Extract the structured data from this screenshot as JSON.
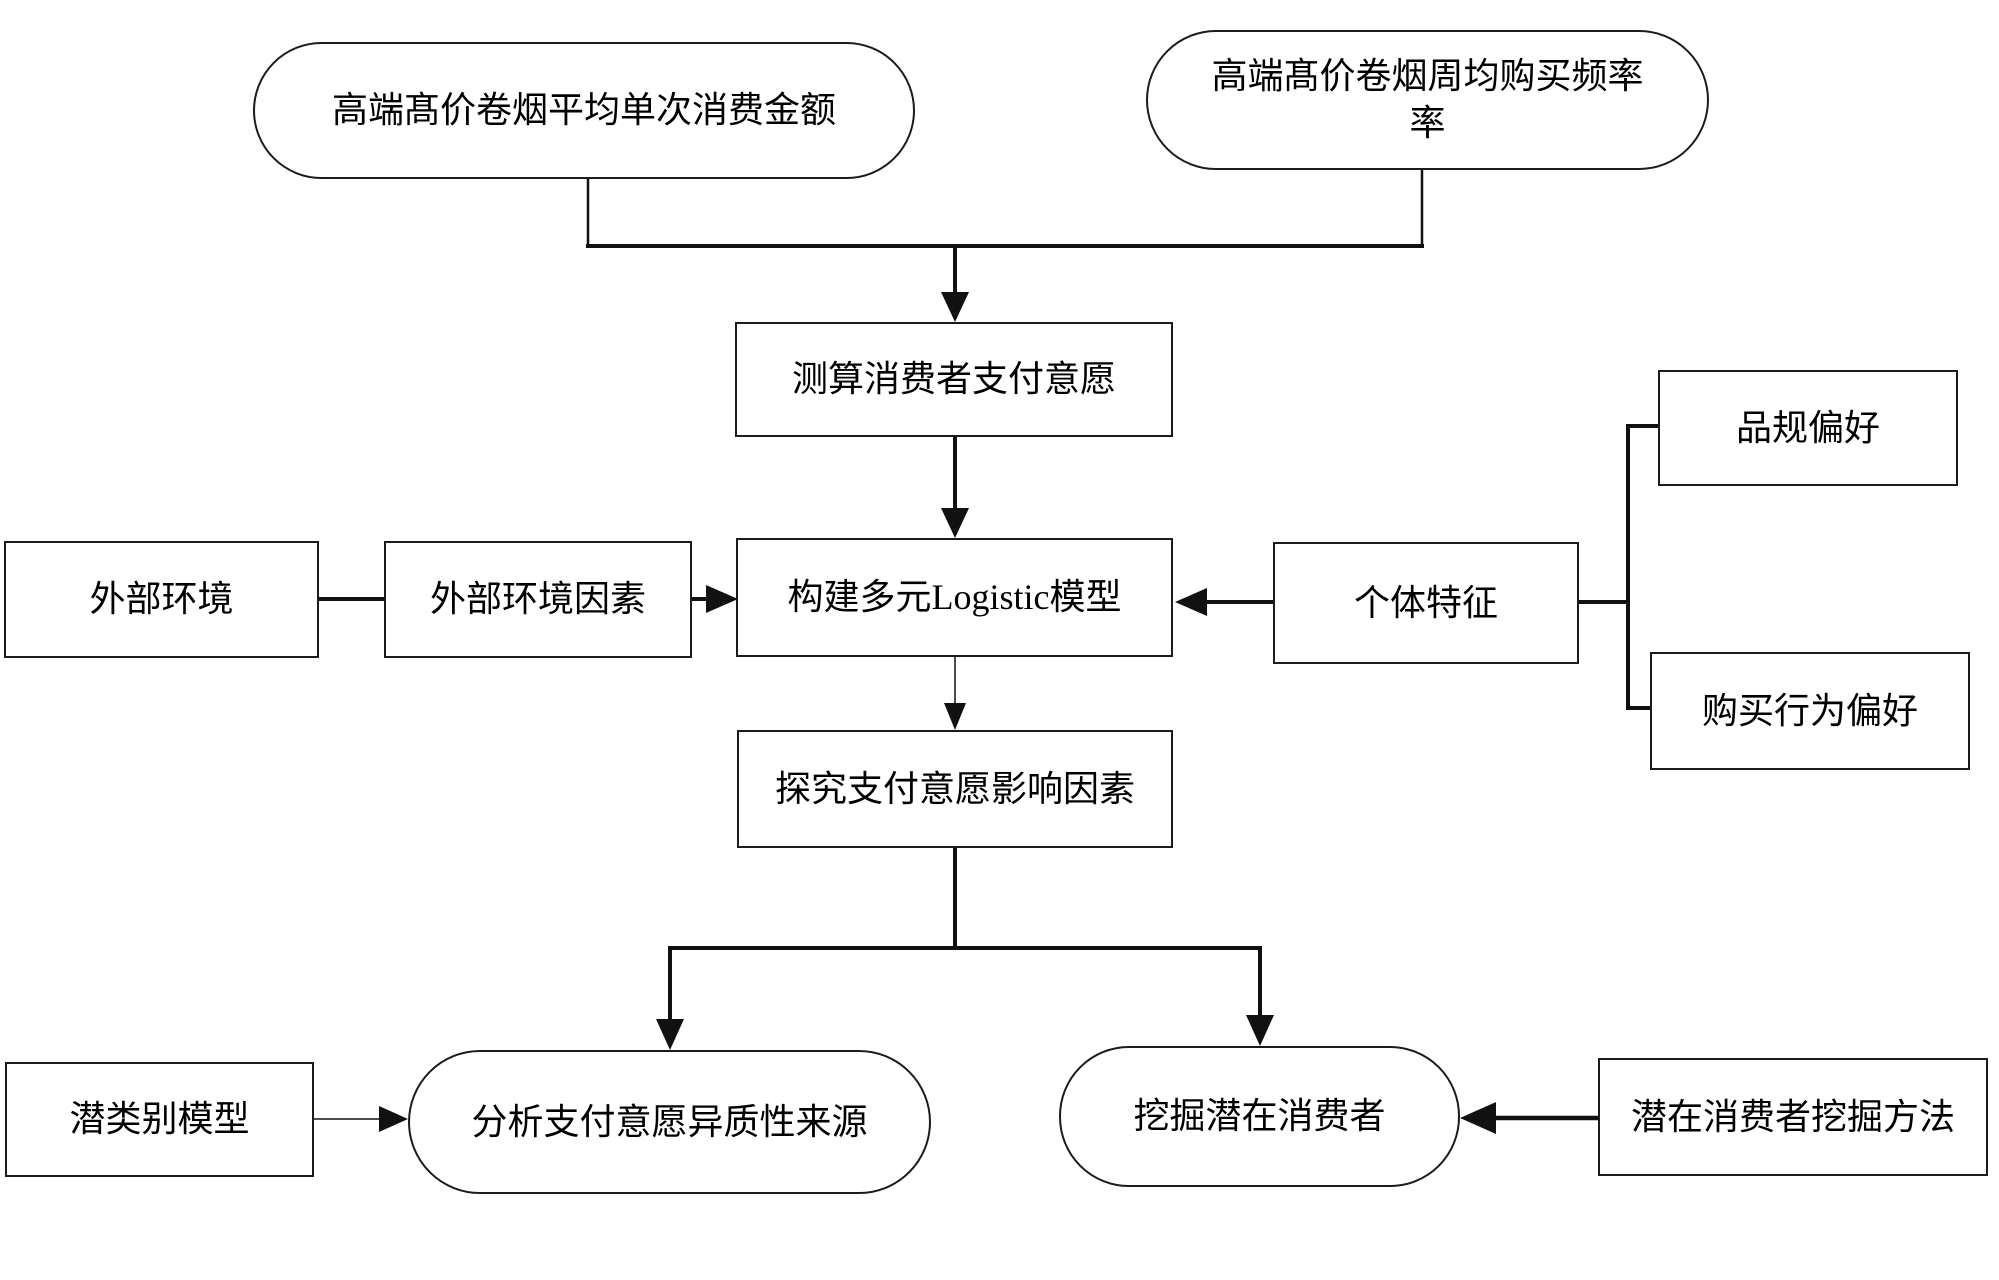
{
  "diagram": {
    "description": "Flowchart of measuring consumer willingness-to-pay for premium high-priced cigarettes",
    "colors": {
      "background": "#ffffff",
      "node_fill": "#ffffff",
      "stroke": "#1c1c1c",
      "text": "#000000"
    },
    "nodes": {
      "avg_spend": {
        "label": "高端髙价卷烟平均单次消费金额",
        "shape": "stadium"
      },
      "weekly_freq": {
        "label": "高端髙价卷烟周均购买频率率",
        "shape": "stadium"
      },
      "measure_wtp": {
        "label": "测算消费者支付意愿",
        "shape": "rect"
      },
      "logistic_model": {
        "label": "构建多元Logistic模型",
        "shape": "rect"
      },
      "external_env": {
        "label": "外部环境",
        "shape": "rect"
      },
      "external_env_factors": {
        "label": "外部环境因素",
        "shape": "rect"
      },
      "individual_traits": {
        "label": "个体特征",
        "shape": "rect"
      },
      "brand_spec_pref": {
        "label": "品规偏好",
        "shape": "rect"
      },
      "purchase_behavior_pref": {
        "label": "购买行为偏好",
        "shape": "rect"
      },
      "explore_factors": {
        "label": "探究支付意愿影响因素",
        "shape": "rect"
      },
      "latent_class_model": {
        "label": "潜类别模型",
        "shape": "rect"
      },
      "analyze_heterogeneity": {
        "label": "分析支付意愿异质性来源",
        "shape": "stadium"
      },
      "mine_potential": {
        "label": "挖掘潜在消费者",
        "shape": "stadium"
      },
      "mining_method": {
        "label": "潜在消费者挖掘方法",
        "shape": "rect"
      }
    },
    "edges": [
      {
        "from": "avg_spend",
        "to": "measure_wtp",
        "arrow": true
      },
      {
        "from": "weekly_freq",
        "to": "measure_wtp",
        "arrow": true
      },
      {
        "from": "measure_wtp",
        "to": "logistic_model",
        "arrow": true
      },
      {
        "from": "external_env",
        "to": "external_env_factors",
        "arrow": false
      },
      {
        "from": "external_env_factors",
        "to": "logistic_model",
        "arrow": true
      },
      {
        "from": "individual_traits",
        "to": "logistic_model",
        "arrow": true
      },
      {
        "from": "individual_traits",
        "to": "brand_spec_pref",
        "arrow": false
      },
      {
        "from": "individual_traits",
        "to": "purchase_behavior_pref",
        "arrow": false
      },
      {
        "from": "logistic_model",
        "to": "explore_factors",
        "arrow": true
      },
      {
        "from": "explore_factors",
        "to": "analyze_heterogeneity",
        "arrow": true
      },
      {
        "from": "explore_factors",
        "to": "mine_potential",
        "arrow": true
      },
      {
        "from": "latent_class_model",
        "to": "analyze_heterogeneity",
        "arrow": true
      },
      {
        "from": "mining_method",
        "to": "mine_potential",
        "arrow": true
      }
    ]
  }
}
